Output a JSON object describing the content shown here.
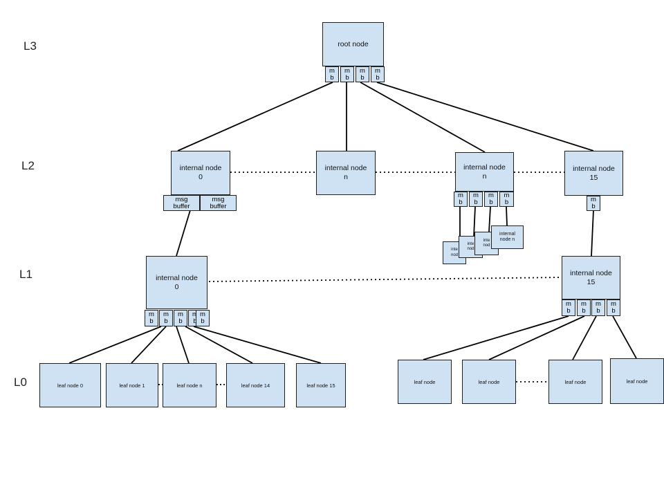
{
  "levels": {
    "l3": "L3",
    "l2": "L2",
    "l1": "L1",
    "l0": "L0"
  },
  "nodes": {
    "root": "root node",
    "l2_internal_0": "internal node\n0",
    "l2_internal_n": "internal node\nn",
    "l2_internal_n2": "internal node\nn",
    "l2_internal_15": "internal node\n15",
    "l1_internal_0": "internal node\n0",
    "l1_internal_15": "internal node\n15",
    "stack_1": "inte\nnod",
    "stack_2": "inte\nnod",
    "stack_3": "inte\nnod",
    "stack_4": "internal\nnode n"
  },
  "mb_label": "m\nb",
  "msg_buffer_label": "msg\nbuffer",
  "leaves_left": [
    "leaf node 0",
    "leaf node 1",
    "leaf node n",
    "leaf node 14",
    "leaf node 15"
  ],
  "leaves_right": [
    "leaf node",
    "leaf node",
    "leaf node",
    "leaf node"
  ]
}
